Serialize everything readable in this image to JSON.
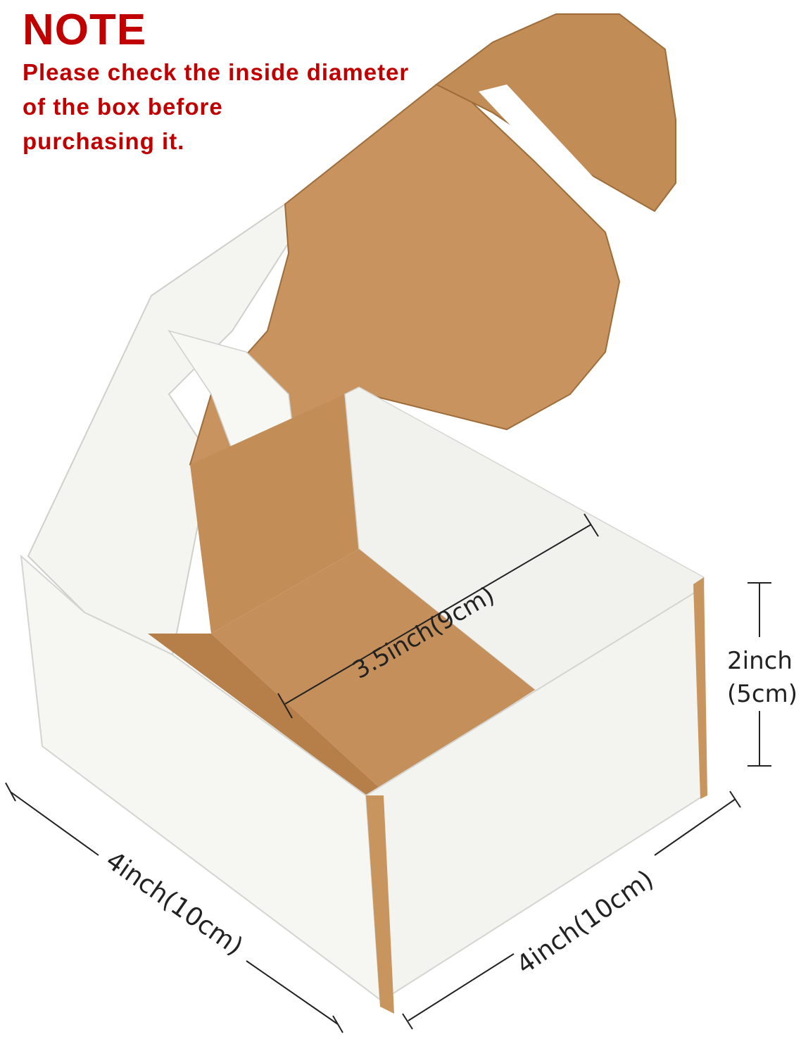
{
  "note": {
    "title": "NOTE",
    "lines": [
      "Please check the inside diameter",
      "of the box before",
      "purchasing it."
    ],
    "color": "#c00000"
  },
  "dimensions": {
    "inner_width": "3.5inch(9cm)",
    "height_line1": "2inch",
    "height_line2": "(5cm)",
    "length_left": "4inch(10cm)",
    "length_right": "4inch(10cm)"
  },
  "colors": {
    "kraft": "#c48f5a",
    "kraft_dark": "#a8763f",
    "white_board": "#f5f5f2",
    "shadow": "#dcdcd8"
  }
}
